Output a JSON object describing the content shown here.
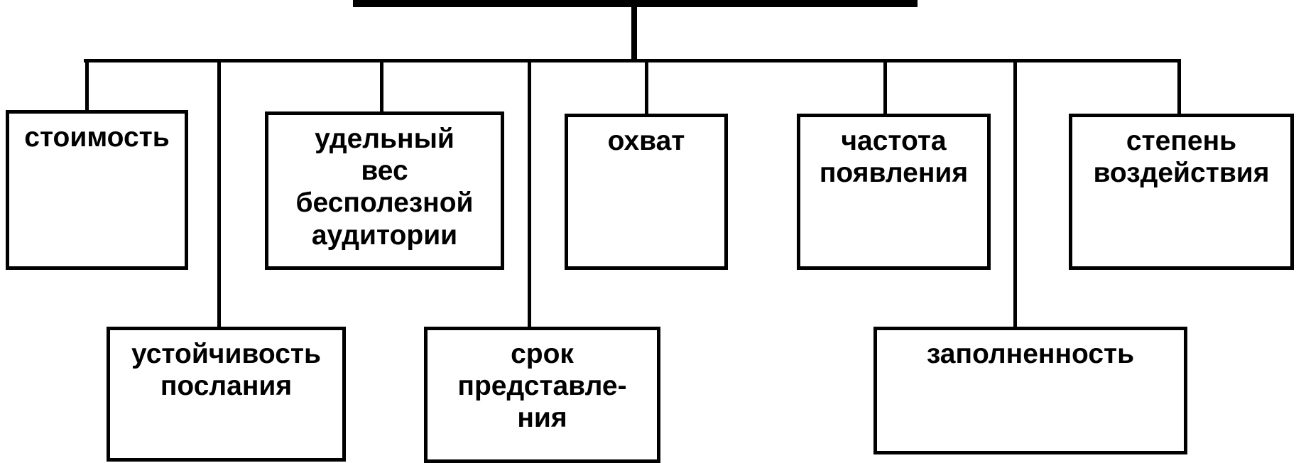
{
  "diagram": {
    "colors": {
      "background": "#ffffff",
      "line": "#000000",
      "text": "#000000"
    },
    "top_row": [
      {
        "id": "stoimost",
        "label": "стоимость"
      },
      {
        "id": "udelnyy-ves-bespoleznoy-auditorii",
        "label": "удельный\nвес\nбесполезной\nаудитории"
      },
      {
        "id": "okhvat",
        "label": "охват"
      },
      {
        "id": "chastota-poyavleniya",
        "label": "частота\nпоявления"
      },
      {
        "id": "stepen-vozdeystviya",
        "label": "степень\nвоздействия"
      }
    ],
    "bottom_row": [
      {
        "id": "ustoychivost-poslaniya",
        "label": "устойчивость\nпослания"
      },
      {
        "id": "srok-predstavleniya",
        "label": "срок\nпредставле-\nния"
      },
      {
        "id": "zapolnennost",
        "label": "заполненность"
      }
    ]
  }
}
